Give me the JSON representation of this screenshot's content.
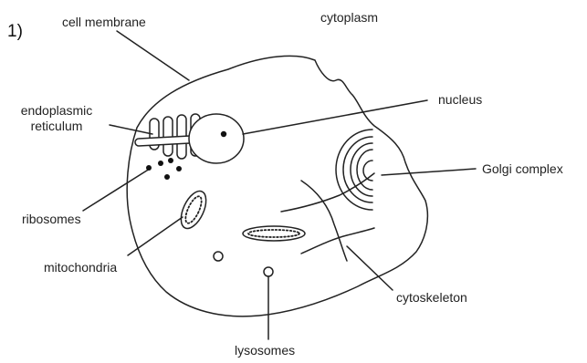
{
  "figure": {
    "number": "1)",
    "labels": {
      "cell_membrane": "cell membrane",
      "cytoplasm": "cytoplasm",
      "endoplasmic_reticulum_line1": "endoplasmic",
      "endoplasmic_reticulum_line2": "reticulum",
      "nucleus": "nucleus",
      "golgi_complex": "Golgi complex",
      "ribosomes": "ribosomes",
      "mitochondria": "mitochondria",
      "cytoskeleton": "cytoskeleton",
      "lysosomes": "lysosomes"
    }
  },
  "colors": {
    "stroke": "#222222",
    "text": "#222222",
    "background": "#ffffff"
  }
}
